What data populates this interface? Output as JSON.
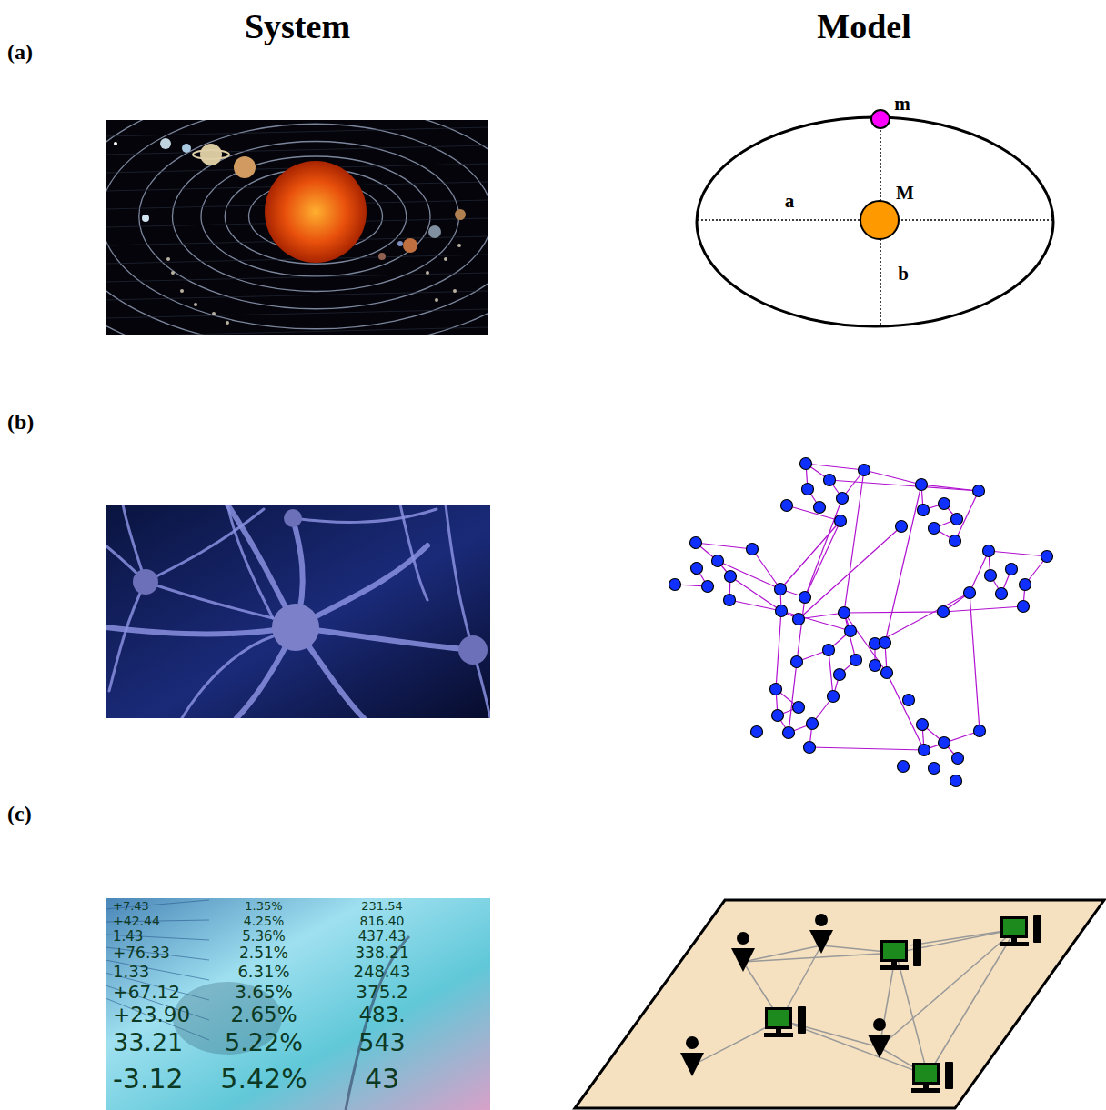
{
  "diagram": {
    "labels": [
      "System",
      "Model",
      "(a)",
      "(b)",
      "(c)",
      "m",
      "M",
      "a",
      "b",
      "+7.43",
      "1.35%",
      "231.54",
      "+42.44",
      "4.25%",
      "816.40",
      "1.43",
      "5.36%",
      "437.43",
      "+76.33",
      "2.51%",
      "338.21",
      "1.33",
      "6.31%",
      "248.43",
      "+67.12",
      "3.65%",
      "375.2",
      "+23.90",
      "2.65%",
      "483.",
      "33.21",
      "5.22%",
      "543",
      "-3.12",
      "5.42%",
      "43"
    ]
  }
}
